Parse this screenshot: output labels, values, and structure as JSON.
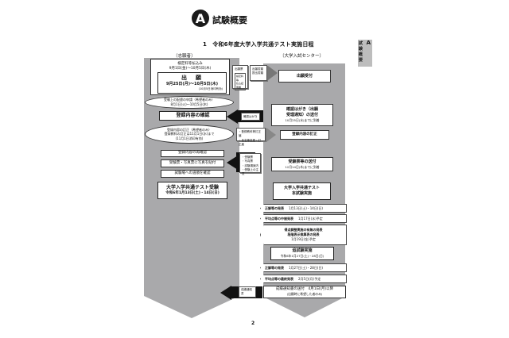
{
  "header": {
    "logo_letter": "A",
    "title": "試験概要",
    "subtitle": "1　令和6年度大学入学共通テスト実施日程"
  },
  "side_tab": {
    "letter": "A",
    "label": "試験概要"
  },
  "columns": {
    "left_header": "〔志願者〕",
    "right_header": "〔大学入試センター〕"
  },
  "left": {
    "fee_box": {
      "title": "検定料等払込み",
      "dates": "9月1日(金)～10月5日(木)"
    },
    "application_box": {
      "title": "出　願",
      "dates": "9月25日(月)～10月5日(木)",
      "note": "(10月5日消印有効)"
    },
    "oval_1": {
      "line1": "受験上の配慮の申請（希望者のみ）",
      "line2": "8月1日(火)～10月5日(木)"
    },
    "confirm_box": "登録内容の確認",
    "oval_2": {
      "line1": "登録内容の訂正（希望者のみ）",
      "line2": "登録教科の訂正は11月1日(水)まで",
      "line3": "(11月1日消印有効)"
    },
    "recheck_box": "登録内容の再確認",
    "photo_box": "受験票・写真票に写真を貼付",
    "venue_box": "試験場への道順を確認",
    "exam_box": {
      "title": "大学入学共通テスト受験",
      "dates": "令和6年1月13日(土)・14日(日)"
    }
  },
  "notes": {
    "application_docs": {
      "item1": "出願票",
      "item2": "検定料等\n払込証明書"
    },
    "application_guide": "出願書類\n提出書類",
    "confirm_postcard": "確認はがき",
    "correction_items": [
      "・登録教科等訂正届",
      "・氏名等変更・訂正届"
    ],
    "admission_docs": [
      "・受験票",
      "・写真票",
      "・試験場案内",
      "・受験上の注意"
    ],
    "result_notice": "成績通知書"
  },
  "right": {
    "receive_box": "出願受付",
    "postcard_box": {
      "line1": "確認はがき（出願",
      "line2": "受理通知）の送付",
      "line3": "10月25日(水)までに到着"
    },
    "correction_box": "登録内容の訂正",
    "send_ticket_box": {
      "title": "受験票等の送付",
      "dates": "12月14日(木)までに到着"
    },
    "exam_box": {
      "line1": "大学入学共通テスト",
      "line2": "本試験実施"
    },
    "answers_flag": {
      "label": "正解等の発表",
      "dates": "1月13日(土)・14日(日)"
    },
    "midavg_flag": {
      "label": "平均点等の中間発表",
      "dates": "1月17日(水)予定"
    },
    "adjust_flag": {
      "line1": "得点調整実施の有無の発表",
      "line2": "段階表示換算表の発表",
      "line3": "1月19日(金)予定"
    },
    "makeup_box": {
      "title": "追試験実施",
      "dates": "令和6年1月27日(土)・28日(日)"
    },
    "makeup_answers_flag": {
      "label": "正解等の発表",
      "dates": "1月27日(土)・28日(日)"
    },
    "finalavg_flag": {
      "label": "平均点等の最終発表",
      "dates": "2月5日(月)予定"
    },
    "result_box": {
      "line1": "成績通知書の送付　4月1日(月)以降",
      "line2": "(出願時に希望した者のみ)"
    }
  },
  "page_number": "2"
}
